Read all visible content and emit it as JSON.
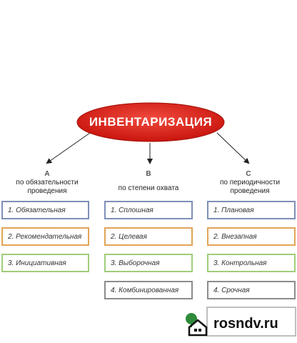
{
  "root": {
    "title": "ИНВЕНТАРИЗАЦИЯ"
  },
  "columns": [
    {
      "letter": "А",
      "caption_lines": [
        "по обязательности",
        "проведения"
      ],
      "items": [
        "1. Обязательная",
        "2. Рекомендательная",
        "3. Инициативная"
      ]
    },
    {
      "letter": "В",
      "caption_lines": [
        "по степени охвата"
      ],
      "items": [
        "1. Сплошная",
        "2. Целевая",
        "3. Выборочная",
        "4. Комбинированная"
      ]
    },
    {
      "letter": "С",
      "caption_lines": [
        "по периодичности",
        "проведения"
      ],
      "items": [
        "1. Плановая",
        "2. Внезапная",
        "3. Контрольная",
        "4. Срочная"
      ]
    }
  ],
  "colors": {
    "ellipse": "#e0241b",
    "row1": "#7e8fb8",
    "row2": "#e2a457",
    "row3": "#9fcd7a",
    "row4": "#8c8c8c"
  },
  "watermark": {
    "text": "rosndv.ru",
    "icon": "house-tree-icon"
  }
}
